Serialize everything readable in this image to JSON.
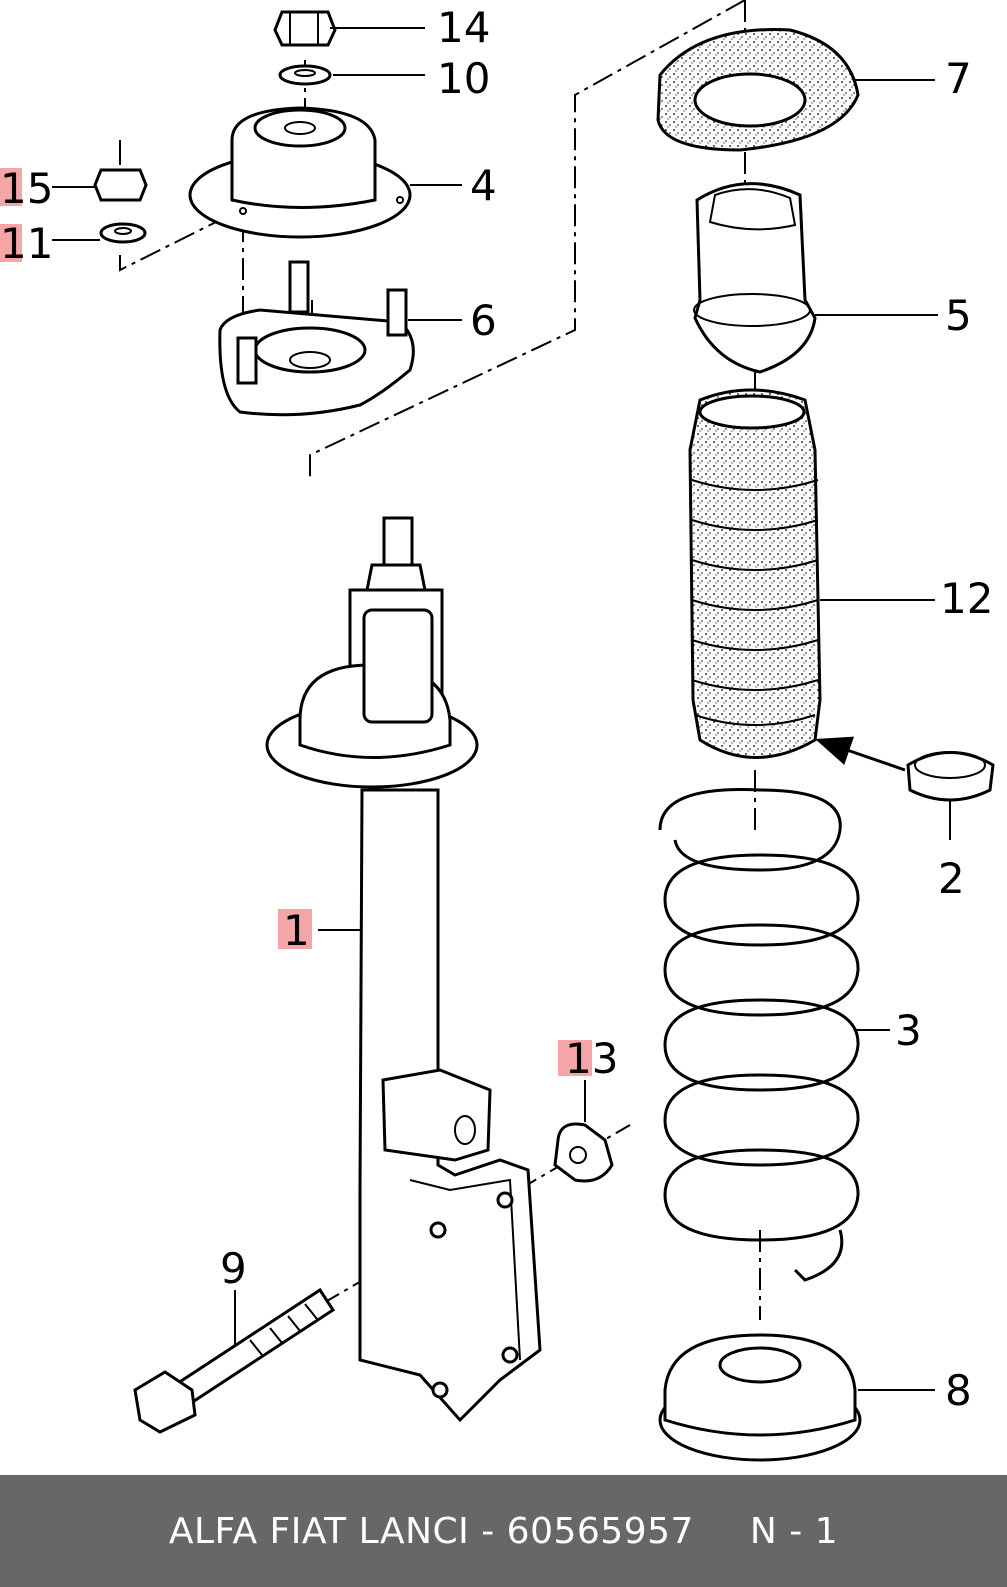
{
  "callouts": [
    {
      "id": "c14",
      "label": "14",
      "highlight": false
    },
    {
      "id": "c10",
      "label": "10",
      "highlight": false
    },
    {
      "id": "c7",
      "label": "7",
      "highlight": false
    },
    {
      "id": "c15",
      "label": "15",
      "highlight": true
    },
    {
      "id": "c4",
      "label": "4",
      "highlight": false
    },
    {
      "id": "c11",
      "label": "11",
      "highlight": true
    },
    {
      "id": "c6",
      "label": "6",
      "highlight": false
    },
    {
      "id": "c5",
      "label": "5",
      "highlight": false
    },
    {
      "id": "c12",
      "label": "12",
      "highlight": false
    },
    {
      "id": "c2",
      "label": "2",
      "highlight": false
    },
    {
      "id": "c1",
      "label": "1",
      "highlight": true
    },
    {
      "id": "c3",
      "label": "3",
      "highlight": false
    },
    {
      "id": "c13",
      "label": "13",
      "highlight": true
    },
    {
      "id": "c9",
      "label": "9",
      "highlight": false
    },
    {
      "id": "c8",
      "label": "8",
      "highlight": false
    }
  ],
  "footer": {
    "part_text": "ALFA FIAT LANCI - 60565957",
    "quantity_text": "N - 1"
  },
  "colors": {
    "footer_bg": "#676767",
    "highlight": "#f5a5a5"
  }
}
